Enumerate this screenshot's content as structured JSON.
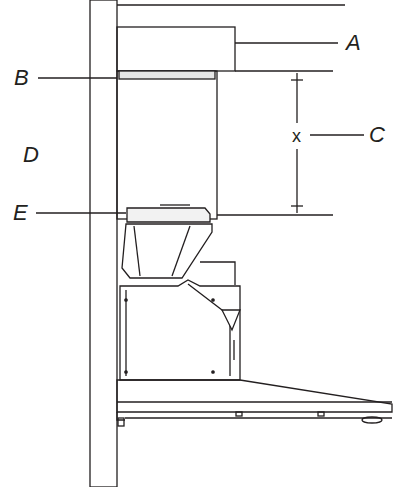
{
  "diagram": {
    "labels": [
      "A",
      "B",
      "C",
      "D",
      "E",
      "x"
    ]
  }
}
